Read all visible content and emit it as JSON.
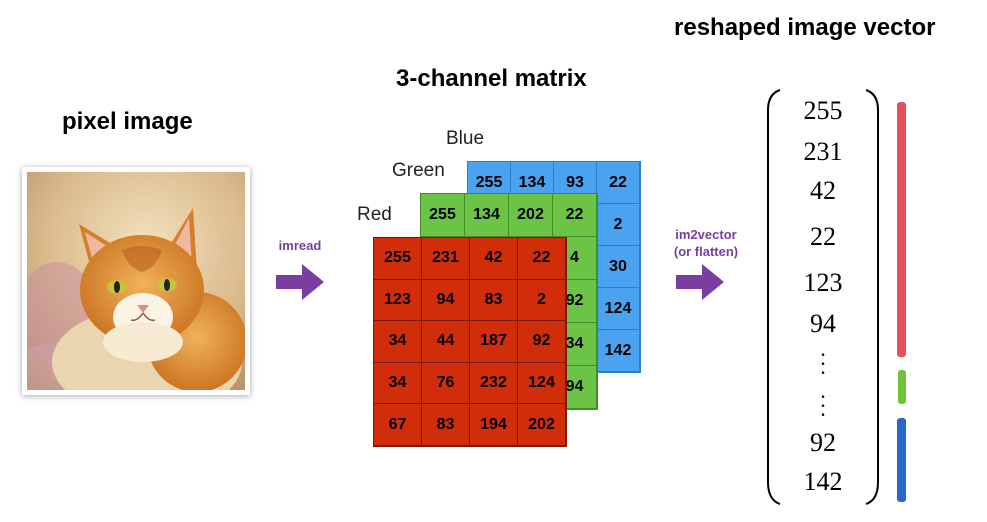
{
  "titles": {
    "pixel_image": "pixel image",
    "matrix": "3-channel matrix",
    "vector": "reshaped image vector"
  },
  "channel_labels": {
    "blue": "Blue",
    "green": "Green",
    "red": "Red"
  },
  "arrows": {
    "imread": "imread",
    "im2vector_line1": "im2vector",
    "im2vector_line2": "(or flatten)"
  },
  "colors": {
    "red_channel": "#d12d0a",
    "green_channel": "#6cc446",
    "blue_channel": "#4aa3f0",
    "arrow": "#7a3ea0",
    "bar_red": "#e8505b",
    "bar_green": "#6fc23a",
    "bar_blue": "#2a68c8"
  },
  "matrices": {
    "blue": {
      "visible_rows": [
        [
          "255",
          "134",
          "93",
          "22"
        ],
        [
          "",
          "",
          "",
          "2"
        ],
        [
          "",
          "",
          "",
          "30"
        ],
        [
          "",
          "",
          "",
          "124"
        ],
        [
          "",
          "",
          "",
          "142"
        ]
      ]
    },
    "green": {
      "visible_rows": [
        [
          "255",
          "134",
          "202",
          "22"
        ],
        [
          "",
          "",
          "",
          "4"
        ],
        [
          "",
          "",
          "",
          "92"
        ],
        [
          "",
          "",
          "",
          "34"
        ],
        [
          "",
          "",
          "",
          "94"
        ]
      ]
    },
    "red": {
      "rows": [
        [
          "255",
          "231",
          "42",
          "22"
        ],
        [
          "123",
          "94",
          "83",
          "2"
        ],
        [
          "34",
          "44",
          "187",
          "92"
        ],
        [
          "34",
          "76",
          "232",
          "124"
        ],
        [
          "67",
          "83",
          "194",
          "202"
        ]
      ]
    }
  },
  "vector": {
    "top_values": [
      "255",
      "231",
      "42",
      "22",
      "123",
      "94"
    ],
    "bottom_values": [
      "92",
      "142"
    ]
  }
}
